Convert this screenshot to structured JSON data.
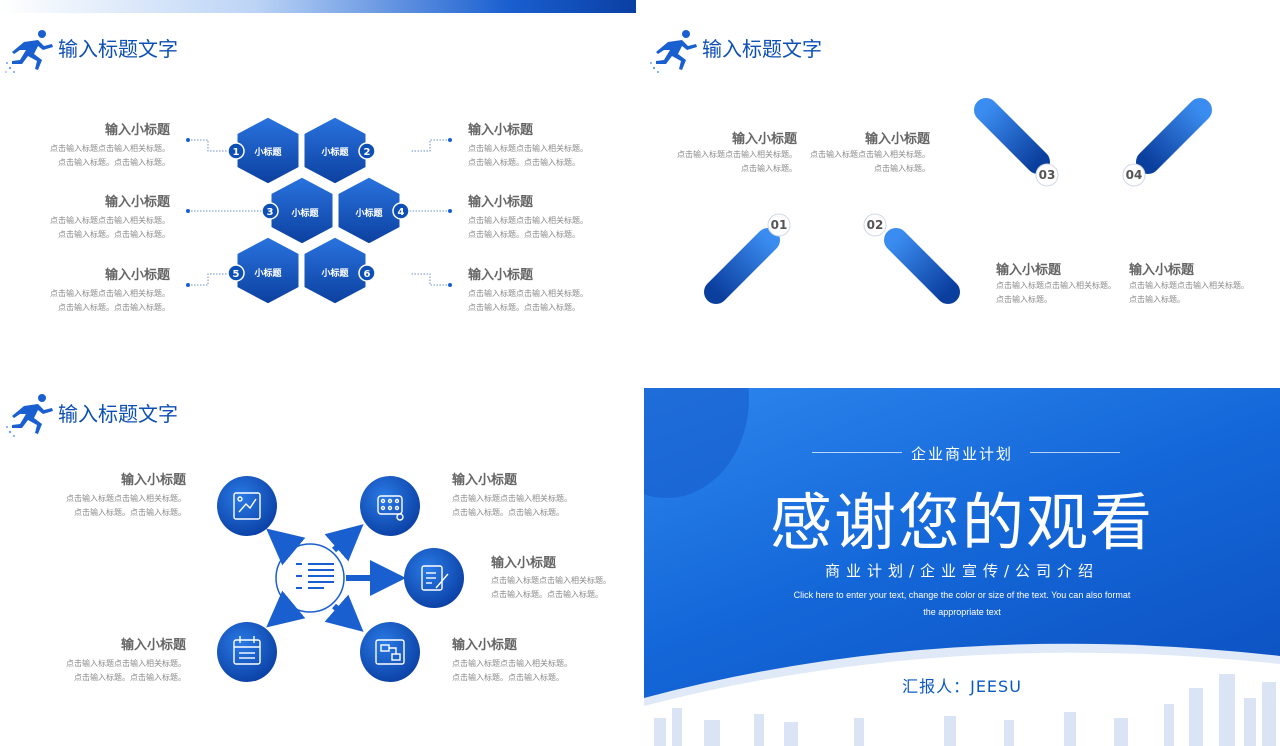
{
  "slide1": {
    "title": "输入标题文字",
    "hex_labels": [
      "小标题",
      "小标题",
      "小标题",
      "小标题",
      "小标题",
      "小标题"
    ],
    "hex_numbers": [
      "1",
      "2",
      "3",
      "4",
      "5",
      "6"
    ],
    "items": [
      {
        "title": "输入小标题",
        "line1": "点击输入标题点击输入相关标题。",
        "line2": "点击输入标题。点击输入标题。"
      },
      {
        "title": "输入小标题",
        "line1": "点击输入标题点击输入相关标题。",
        "line2": "点击输入标题。点击输入标题。"
      },
      {
        "title": "输入小标题",
        "line1": "点击输入标题点击输入相关标题。",
        "line2": "点击输入标题。点击输入标题。"
      },
      {
        "title": "输入小标题",
        "line1": "点击输入标题点击输入相关标题。",
        "line2": "点击输入标题。点击输入标题。"
      },
      {
        "title": "输入小标题",
        "line1": "点击输入标题点击输入相关标题。",
        "line2": "点击输入标题。点击输入标题。"
      },
      {
        "title": "输入小标题",
        "line1": "点击输入标题点击输入相关标题。",
        "line2": "点击输入标题。点击输入标题。"
      }
    ]
  },
  "slide2": {
    "title": "输入标题文字",
    "arrow_numbers": [
      "01",
      "02",
      "03",
      "04"
    ],
    "items": [
      {
        "title": "输入小标题",
        "line1": "点击输入标题点击输入相关标题。",
        "line2": "点击输入标题。"
      },
      {
        "title": "输入小标题",
        "line1": "点击输入标题点击输入相关标题。",
        "line2": "点击输入标题。"
      },
      {
        "title": "输入小标题",
        "line1": "点击输入标题点击输入相关标题。",
        "line2": "点击输入标题。"
      },
      {
        "title": "输入小标题",
        "line1": "点击输入标题点击输入相关标题。",
        "line2": "点击输入标题。"
      }
    ]
  },
  "slide3": {
    "title": "输入标题文字",
    "items": [
      {
        "title": "输入小标题",
        "line1": "点击输入标题点击输入相关标题。",
        "line2": "点击输入标题。点击输入标题。"
      },
      {
        "title": "输入小标题",
        "line1": "点击输入标题点击输入相关标题。",
        "line2": "点击输入标题。点击输入标题。"
      },
      {
        "title": "输入小标题",
        "line1": "点击输入标题点击输入相关标题。",
        "line2": "点击输入标题。点击输入标题。"
      },
      {
        "title": "输入小标题",
        "line1": "点击输入标题点击输入相关标题。",
        "line2": "点击输入标题。点击输入标题。"
      },
      {
        "title": "输入小标题",
        "line1": "点击输入标题点击输入相关标题。",
        "line2": "点击输入标题。点击输入标题。"
      }
    ],
    "icons": [
      "strategy-board-icon",
      "team-dots-icon",
      "edit-document-icon",
      "calendar-icon",
      "flowchart-icon",
      "list-document-icon"
    ]
  },
  "slide4": {
    "tag": "企业商业计划",
    "main": "感谢您的观看",
    "subtitle": "商业计划/企业宣传/公司介绍",
    "en_line1": "Click here to enter your text, change the color or size of the text. You can also format",
    "en_line2": "the appropriate text",
    "reporter": "汇报人：JEESU"
  },
  "colors": {
    "primary": "#1a5fd0",
    "dark": "#0a3fa3",
    "light": "#3b8cf0",
    "text_gray": "#8a8a8a",
    "title_gray": "#666666"
  }
}
